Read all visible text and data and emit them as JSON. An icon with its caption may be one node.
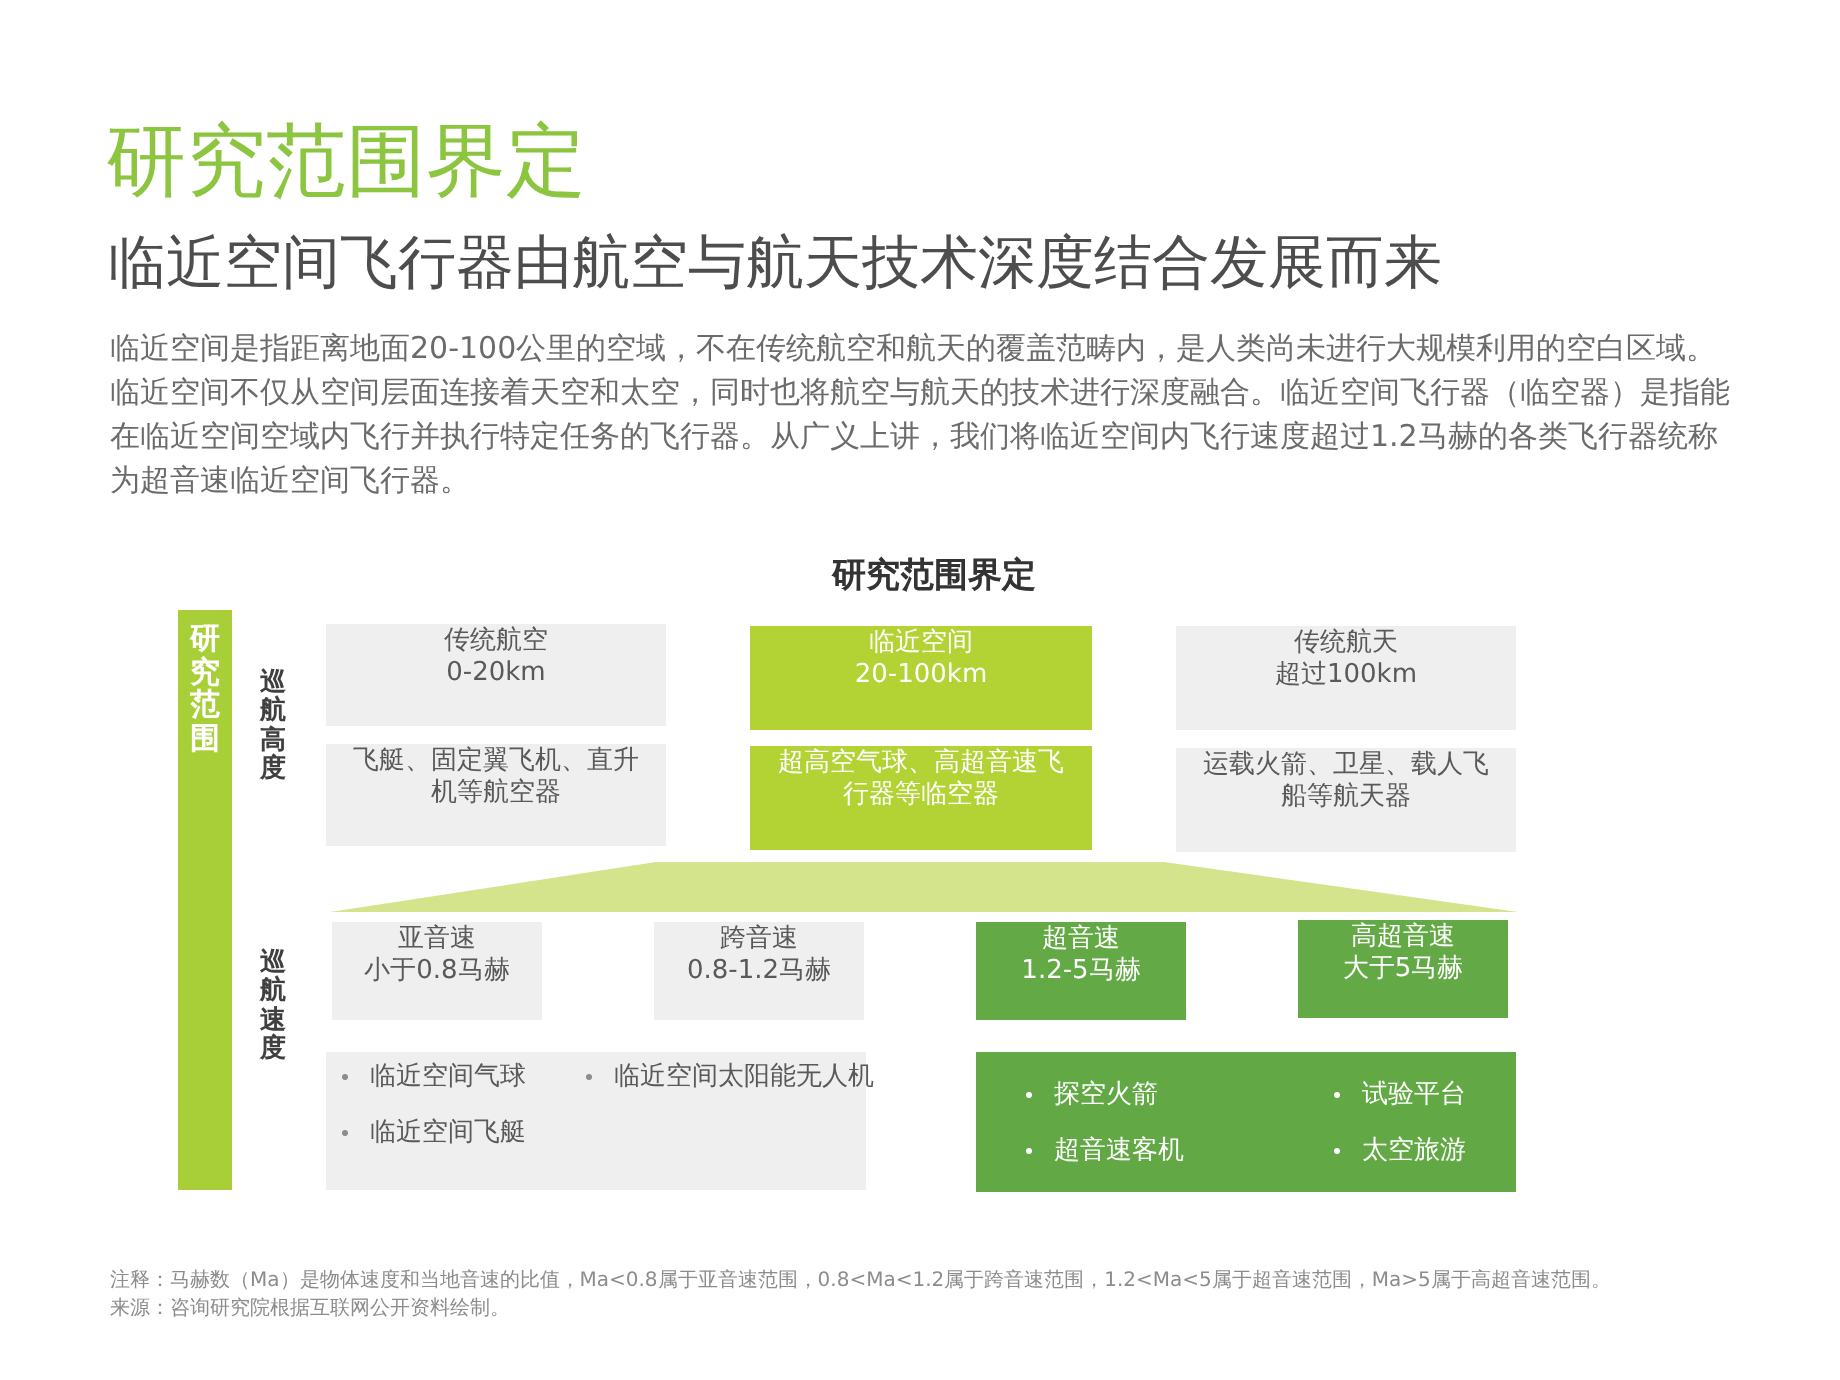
{
  "diagram": {
    "title": "研究范围界定",
    "nodes": [
      {
        "text": [
          "研究范围"
        ]
      },
      {
        "text": [
          "传统航空",
          "0-20km"
        ]
      },
      {
        "text": [
          "临近空间",
          "20-100km"
        ]
      },
      {
        "text": [
          "传统航天",
          "超过100km"
        ]
      },
      {
        "text": [
          "飞艇、固定翼飞机、直升机等航空器"
        ]
      },
      {
        "text": [
          "超高空气球、高超音速飞行器等临空器"
        ]
      },
      {
        "text": [
          "运载火箭、卫星、载人飞船等航天器"
        ]
      },
      {
        "text": [],
        "shape": "trapezoid"
      },
      {
        "text": [
          "亚音速",
          "小于0.8马赫"
        ]
      },
      {
        "text": [
          "跨音速",
          "0.8-1.2马赫"
        ]
      },
      {
        "text": [
          "超音速",
          "1.2-5马赫"
        ]
      },
      {
        "text": [
          "高超音速",
          "大于5马赫"
        ]
      },
      {
        "text": [
          "临近空间气球",
          "临近空间太阳能无人机",
          "临近空间飞艇"
        ]
      },
      {
        "text": [
          "探空火箭",
          "试验平台",
          "超音速客机",
          "太空旅游"
        ]
      }
    ],
    "labels": [
      "临近空间飞行器由航空与航天技术深度结合发展而来",
      "临近空间是指距离地面20-100公里的空域，不在传统航空和航天的覆盖范畴内，是人类尚未进行大规模利用的空白区域。临近空间不仅从空间层面连接着天空和太空，同时也将航空与航天的技术进行深度融合。临近空间飞行器（临空器）是指能在临近空间空域内飞行并执行特定任务的飞行器。从广义上讲，我们将临近空间内飞行速度超过1.2马赫的各类飞行器统称为超音速临近空间飞行器。",
      "研究范围界定",
      "巡航高度",
      "巡航速度",
      "注释：马赫数（Ma）是物体速度和当地音速的比值，Ma<0.8属于亚音速范围，0.8<Ma<1.2属于跨音速范围，1.2<Ma<5属于超音速范围，Ma>5属于高超音速范围。",
      "来源：咨询研究院根据互联网公开资料绘制。"
    ]
  }
}
